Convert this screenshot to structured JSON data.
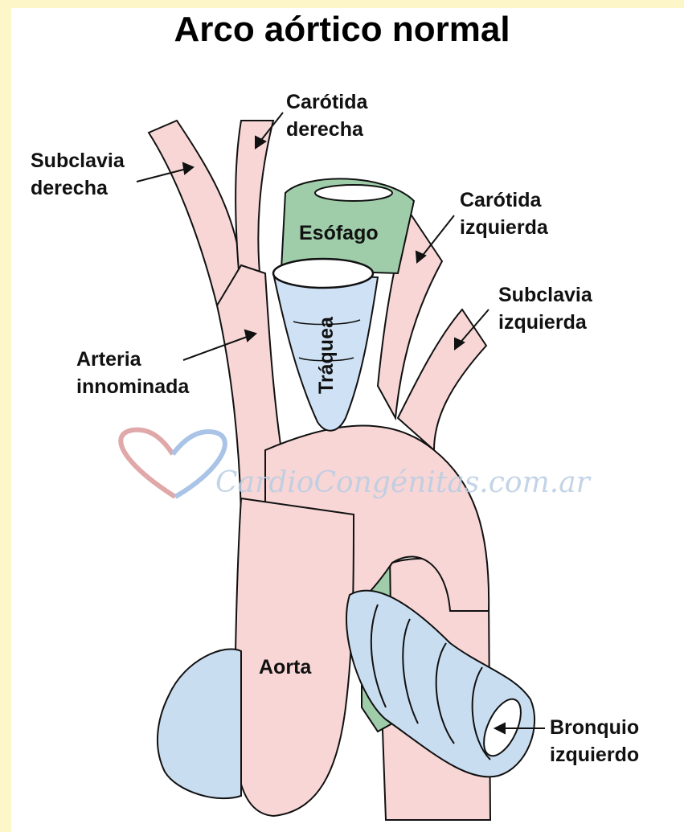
{
  "title": "Arco aórtico normal",
  "labels": {
    "carotida_derecha": [
      "Carótida",
      "derecha"
    ],
    "subclavia_derecha": [
      "Subclavia",
      "derecha"
    ],
    "carotida_izquierda": [
      "Carótida",
      "izquierda"
    ],
    "subclavia_izquierda": [
      "Subclavia",
      "izquierda"
    ],
    "arteria_innominada": [
      "Arteria",
      "innominada"
    ],
    "bronquio_izquierdo": [
      "Bronquio",
      "izquierdo"
    ]
  },
  "organs": {
    "esofago": "Esófago",
    "traquea": "Tráquea",
    "aorta": "Aorta"
  },
  "watermark": "CardioCongénitas.com.ar",
  "colors": {
    "artery": "#f8d6d6",
    "esophagus": "#9fcda9",
    "trachea": "#cfe2f5",
    "bronchus": "#c9ddf1",
    "background": "#fdf6c9"
  }
}
